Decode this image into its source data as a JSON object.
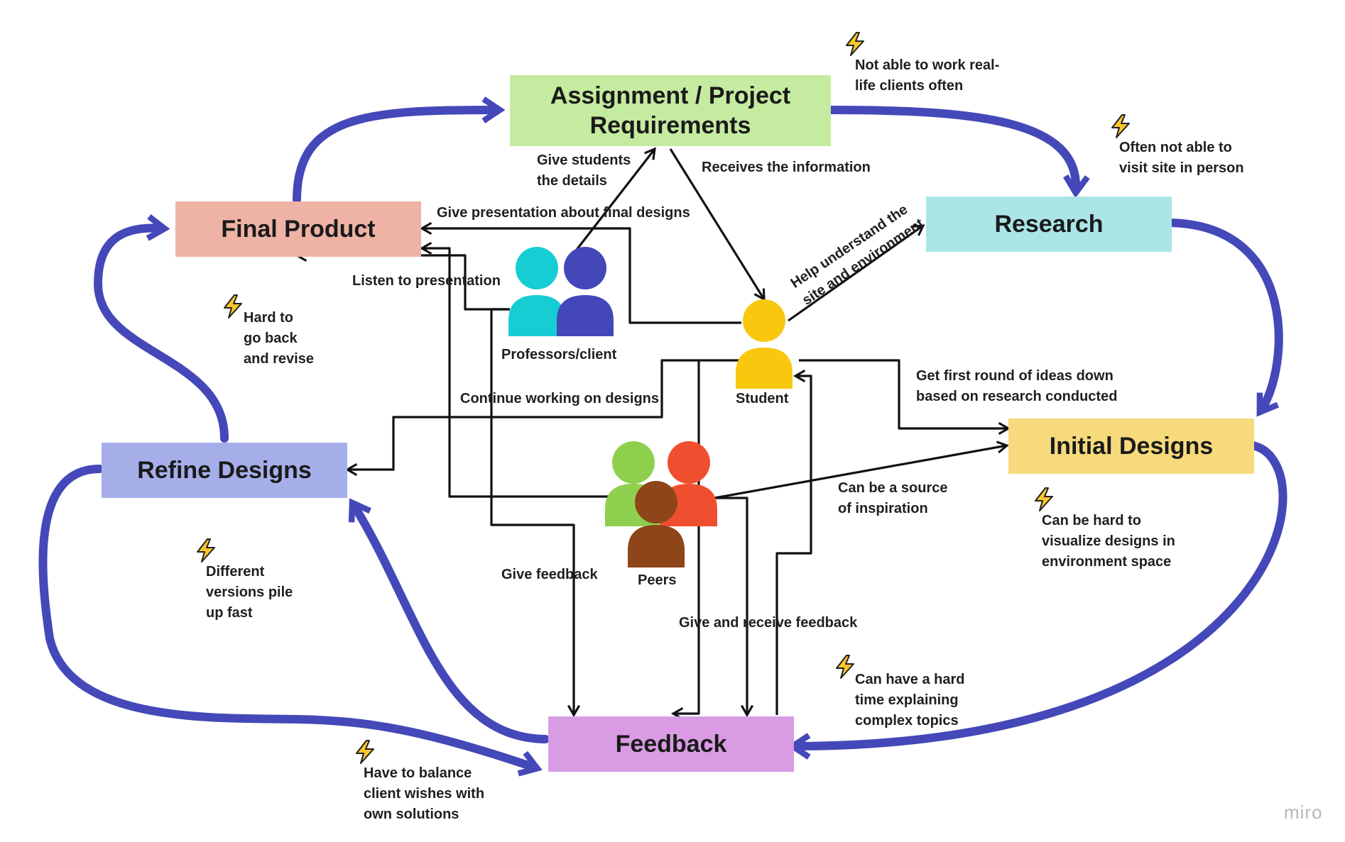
{
  "nodes": {
    "assignment": "Assignment / Project Requirements",
    "research": "Research",
    "initial_designs": "Initial Designs",
    "feedback": "Feedback",
    "refine_designs": "Refine Designs",
    "final_product": "Final Product"
  },
  "actors": {
    "professors": "Professors/client",
    "student": "Student",
    "peers": "Peers"
  },
  "edge_labels": {
    "give_details": "Give students\nthe details",
    "receives_info": "Receives the information",
    "help_understand": "Help understand the\nsite and environment",
    "give_presentation": "Give presentation about final designs",
    "listen_presentation": "Listen to presentation",
    "continue_working": "Continue working on designs",
    "first_round": "Get first round of ideas down\nbased on research conducted",
    "source_inspiration": "Can be a source\nof inspiration",
    "give_feedback": "Give feedback",
    "give_receive_feedback": "Give and receive feedback"
  },
  "pain_points": {
    "real_clients": "Not able to work real-\nlife clients often",
    "visit_site": "Often not able to\nvisit site in person",
    "go_back": "Hard to\ngo back\nand revise",
    "visualize": "Can be hard to\nvisualize designs in\nenvironment space",
    "versions": "Different\nversions pile\nup fast",
    "explaining": "Can have a hard\ntime explaining\ncomplex topics",
    "balance": "Have to balance\nclient wishes with\nown solutions"
  },
  "icons": [
    "lightning-bolt-icon",
    "person-icon"
  ],
  "colors": {
    "assignment": "#c5eba0",
    "research": "#abe5e8",
    "initial_designs": "#f6da7b",
    "feedback": "#d89be4",
    "refine_designs": "#a6aeea",
    "final_product": "#eeb3a5",
    "flow_arrow": "#4548b8",
    "professor_1": "#16cdd3",
    "professor_2": "#4347b8",
    "student": "#f8c80f",
    "peer_green": "#8ed04d",
    "peer_red": "#f04f2f",
    "peer_brown": "#8e4519",
    "bolt": "#f9c62b"
  },
  "brand": "miro"
}
